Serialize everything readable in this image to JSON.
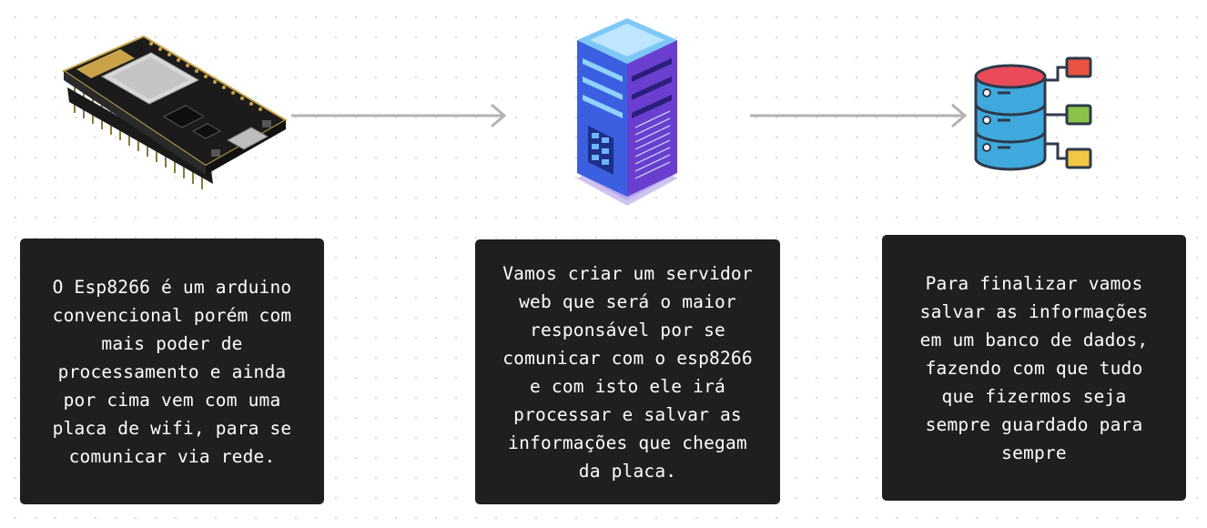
{
  "steps": [
    {
      "icon": "esp8266-board-icon",
      "text": "O Esp8266 é um arduino\nconvencional porém com\nmais poder de\nprocessamento e ainda\npor cima vem com uma\nplaca de wifi, para se\ncomunicar via rede."
    },
    {
      "icon": "server-icon",
      "text": "Vamos criar um servidor\nweb que será o maior\nresponsável por se\ncomunicar com o esp8266\ne com isto ele irá\nprocessar e salvar as\ninformações que chegam\nda placa."
    },
    {
      "icon": "database-icon",
      "text": "Para finalizar vamos\nsalvar as informações\nem um banco de dados,\nfazendo com que tudo\nque fizermos seja\nsempre guardado para\nsempre"
    }
  ],
  "colors": {
    "card_background": "#1f1f1f",
    "card_text": "#ffffff",
    "arrow": "#b3b3b3",
    "server_blue": "#2c6fe0",
    "server_purple": "#6a3fd0",
    "database_body": "#3fa9dd",
    "database_top": "#e94b5b",
    "node_red": "#e9533f",
    "node_green": "#8bc34a",
    "node_yellow": "#f2c744"
  }
}
